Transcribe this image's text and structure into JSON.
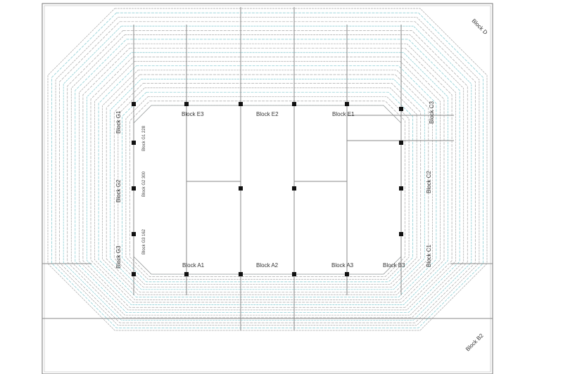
{
  "blocks": {
    "d": "Block D",
    "e3": "Block E3",
    "e2": "Block E2",
    "e1": "Block E1",
    "g1": "Block G1",
    "g2": "Block G2",
    "g3": "Block G3",
    "g1_count": "Block G1 228",
    "g2_count": "Block G2 300",
    "g3_count": "Block G3 162",
    "c3": "Block C3",
    "c2": "Block C2",
    "c1": "Block C1",
    "a1": "Block A1",
    "a2": "Block A2",
    "a3": "Block A3",
    "b3": "Block B3",
    "b2": "Block B2"
  },
  "colors": {
    "line": "#8a8a8a",
    "seat_tint": "#7fc8cf",
    "pillar": "#111111"
  }
}
